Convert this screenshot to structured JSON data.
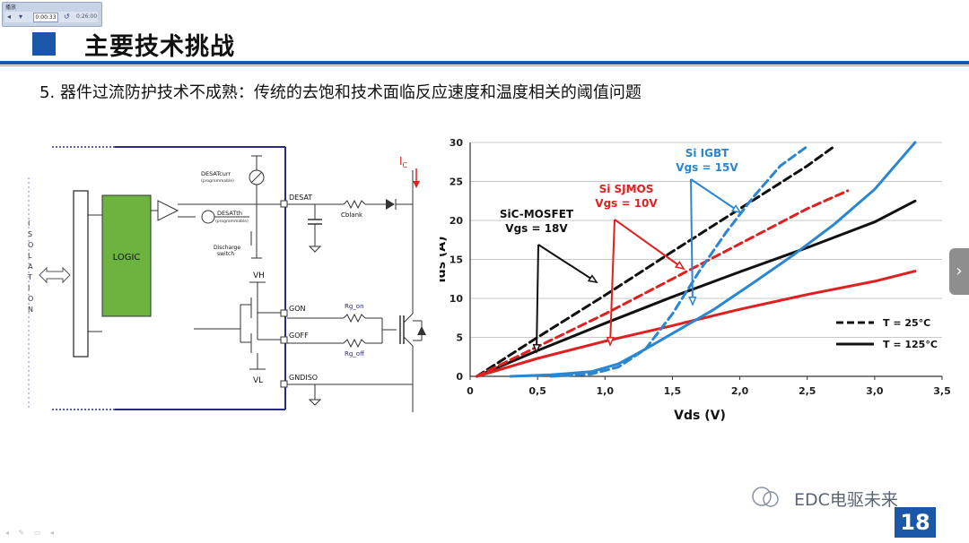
{
  "player": {
    "title": "播放",
    "time_current": "0:00:33",
    "time_total": "0:26:00"
  },
  "slide": {
    "title": "主要技术挑战",
    "subtitle": "5. 器件过流防护技术不成熟：传统的去饱和技术面临反应速度和温度相关的阈值问题",
    "page_number": "18",
    "watermark": "EDC电驱未来",
    "accent_color": "#1b57a8"
  },
  "circuit": {
    "isolation_label": "ISOLATION",
    "logic_label": "LOGIC",
    "desat_curr_label": "DESATcurr",
    "desat_curr_sub": "(programmable)",
    "desat_th_label": "DESATth",
    "desat_th_sub": "(programmable)",
    "discharge_label": "Discharge",
    "discharge_sub": "switch",
    "vh_label": "VH",
    "vl_label": "VL",
    "desat_pin": "DESAT",
    "gon_pin": "GON",
    "goff_pin": "GOFF",
    "gndiso_pin": "GNDISO",
    "cblank_label": "Cblank",
    "rg_on_label": "Rg_on",
    "rg_off_label": "Rg_off",
    "ic_label": "I",
    "ic_sub": "C",
    "logic_color": "#6cb33f"
  },
  "chart_data": {
    "type": "line",
    "xlabel": "Vds (V)",
    "ylabel": "Ids (A)",
    "xlim": [
      0,
      3.5
    ],
    "ylim": [
      0,
      30
    ],
    "x_ticks": [
      "0",
      "0,5",
      "1,0",
      "1,5",
      "2,0",
      "2,5",
      "3,0",
      "3,5"
    ],
    "y_ticks": [
      "0",
      "5",
      "10",
      "15",
      "20",
      "25",
      "30"
    ],
    "grid": true,
    "legend": [
      {
        "label": "T = 25°C",
        "style": "dashed"
      },
      {
        "label": "T = 125°C",
        "style": "solid"
      }
    ],
    "annotations": [
      {
        "line1": "SiC-MOSFET",
        "line2": "Vgs = 18V",
        "color": "#111111"
      },
      {
        "line1": "Si SJMOS",
        "line2": "Vgs = 10V",
        "color": "#e02020"
      },
      {
        "line1": "Si IGBT",
        "line2": "Vgs = 15V",
        "color": "#2a86d0"
      }
    ],
    "series": [
      {
        "device": "SiC-MOSFET",
        "temp": "25C",
        "color": "#111111",
        "dash": true,
        "points": [
          [
            0.05,
            0
          ],
          [
            0.5,
            5
          ],
          [
            1.0,
            10.4
          ],
          [
            1.5,
            16
          ],
          [
            2.0,
            21.5
          ],
          [
            2.5,
            27
          ],
          [
            2.7,
            29.5
          ]
        ]
      },
      {
        "device": "SiC-MOSFET",
        "temp": "125C",
        "color": "#111111",
        "dash": false,
        "points": [
          [
            0.05,
            0
          ],
          [
            0.5,
            3.3
          ],
          [
            1.0,
            6.8
          ],
          [
            1.5,
            10.2
          ],
          [
            2.0,
            13.4
          ],
          [
            2.5,
            16.5
          ],
          [
            3.0,
            19.8
          ],
          [
            3.3,
            22.5
          ]
        ]
      },
      {
        "device": "Si SJMOS",
        "temp": "25C",
        "color": "#e02020",
        "dash": true,
        "points": [
          [
            0.05,
            0
          ],
          [
            0.5,
            3.8
          ],
          [
            1.0,
            8
          ],
          [
            1.5,
            12.5
          ],
          [
            2.0,
            17
          ],
          [
            2.5,
            21.5
          ],
          [
            2.8,
            23.8
          ]
        ]
      },
      {
        "device": "Si SJMOS",
        "temp": "125C",
        "color": "#e02020",
        "dash": false,
        "points": [
          [
            0.05,
            0
          ],
          [
            0.5,
            2.3
          ],
          [
            1.0,
            4.5
          ],
          [
            1.5,
            6.5
          ],
          [
            2.0,
            8.6
          ],
          [
            2.5,
            10.5
          ],
          [
            3.0,
            12.2
          ],
          [
            3.3,
            13.5
          ]
        ]
      },
      {
        "device": "Si IGBT",
        "temp": "25C",
        "color": "#2a86d0",
        "dash": true,
        "points": [
          [
            0.6,
            0
          ],
          [
            0.9,
            0.3
          ],
          [
            1.1,
            1.2
          ],
          [
            1.3,
            3.5
          ],
          [
            1.5,
            8
          ],
          [
            1.7,
            13.5
          ],
          [
            1.9,
            18.5
          ],
          [
            2.1,
            23
          ],
          [
            2.3,
            27
          ],
          [
            2.5,
            29.5
          ]
        ]
      },
      {
        "device": "Si IGBT",
        "temp": "125C",
        "color": "#2a86d0",
        "dash": false,
        "points": [
          [
            0.3,
            0
          ],
          [
            0.6,
            0.2
          ],
          [
            0.9,
            0.6
          ],
          [
            1.1,
            1.6
          ],
          [
            1.3,
            3.5
          ],
          [
            1.5,
            5.5
          ],
          [
            1.8,
            8.5
          ],
          [
            2.1,
            12
          ],
          [
            2.4,
            15.6
          ],
          [
            2.7,
            19.5
          ],
          [
            3.0,
            24
          ],
          [
            3.3,
            30
          ]
        ]
      }
    ]
  }
}
